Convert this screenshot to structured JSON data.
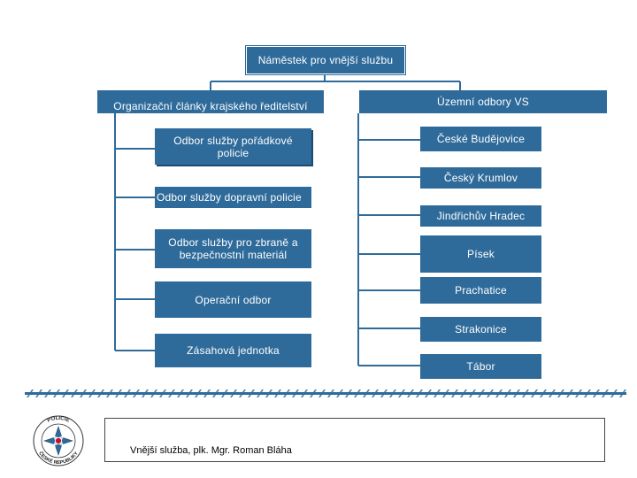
{
  "root": {
    "label": "Náměstek pro vnější službu"
  },
  "left_branch": {
    "header": "Organizační články  krajského ředitelství",
    "items": [
      "Odbor služby pořádkové policie",
      "Odbor služby dopravní policie",
      "Odbor  služby pro zbraně a bezpečnostní materiál",
      "Operační odbor",
      "Zásahová jednotka"
    ]
  },
  "right_branch": {
    "header": "Územní odbory VS",
    "items": [
      "České Budějovice",
      "Český Krumlov",
      "Jindřichův Hradec",
      "Písek",
      "Prachatice",
      "Strakonice",
      "Tábor"
    ]
  },
  "footer": {
    "text": "Vnější služba,  plk. Mgr. Roman Bláha"
  },
  "logo": {
    "icon": "police-star-seal-icon",
    "text_top": "POLICIE",
    "text_bottom": "ČESKÉ REPUBLIKY"
  },
  "colors": {
    "box": "#2f6b9a",
    "line": "#2f6b9a",
    "text": "#ffffff"
  }
}
